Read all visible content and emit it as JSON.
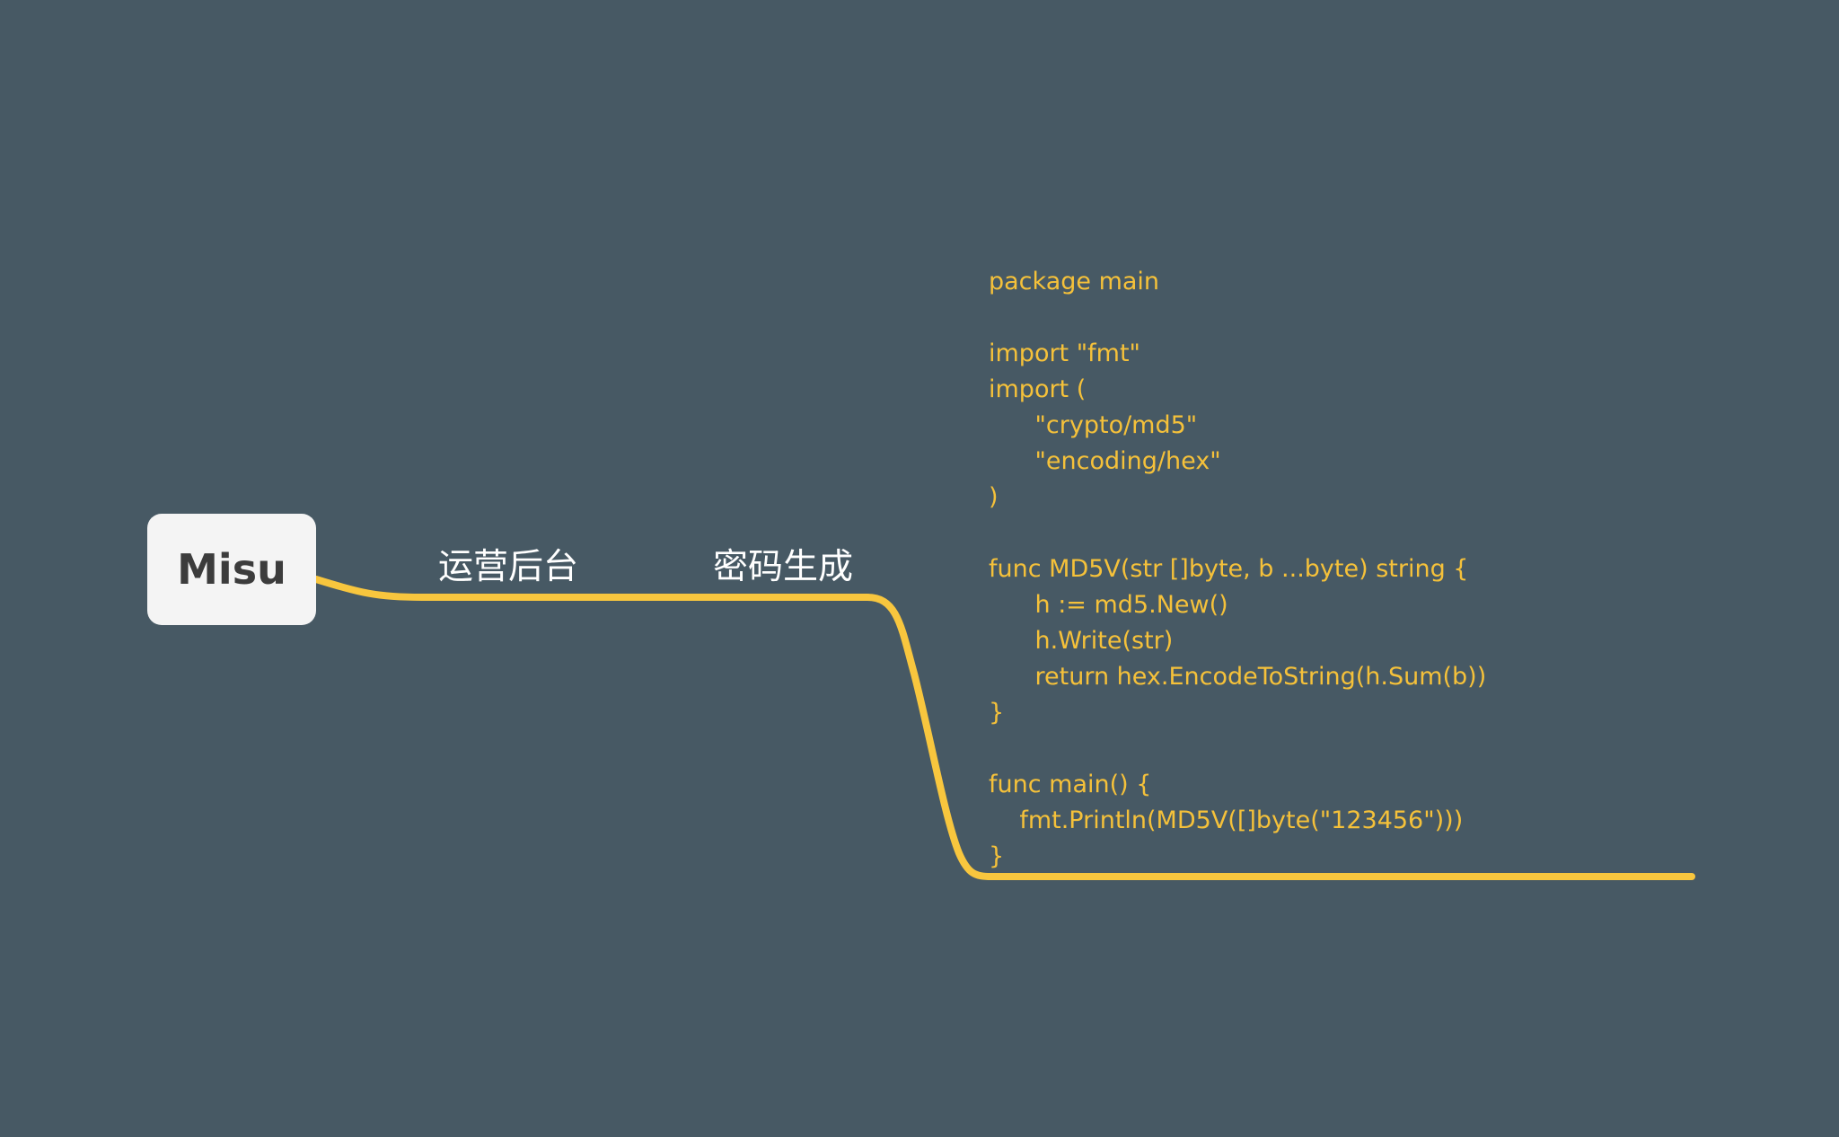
{
  "colors": {
    "background": "#475964",
    "root_fill": "#f4f4f4",
    "root_text": "#3c3c3c",
    "branch_line": "#f8c63e",
    "branch_text": "#ffffff",
    "code_text": "#f5c13a"
  },
  "mindmap": {
    "root": {
      "label": "Misu"
    },
    "branch": {
      "label": "运营后台",
      "child": {
        "label": "密码生成",
        "note": {
          "lines": [
            "package main",
            "",
            "import \"fmt\"",
            "import (",
            "      \"crypto/md5\"",
            "      \"encoding/hex\"",
            ")",
            "",
            "func MD5V(str []byte, b ...byte) string {",
            "      h := md5.New()",
            "      h.Write(str)",
            "      return hex.EncodeToString(h.Sum(b))",
            "}",
            "",
            "func main() {",
            "    fmt.Println(MD5V([]byte(\"123456\")))",
            "}"
          ]
        }
      }
    }
  }
}
